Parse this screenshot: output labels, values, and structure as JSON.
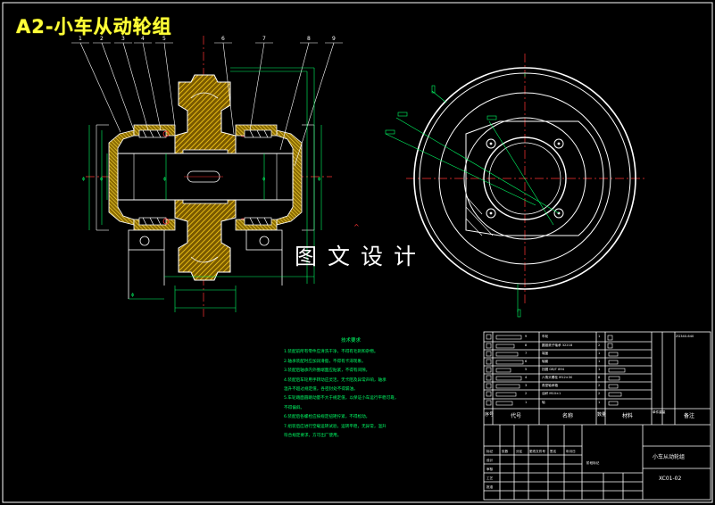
{
  "drawing": {
    "title": "A2-小车从动轮组",
    "watermark": "图文设计"
  },
  "part_callouts": [
    "1",
    "2",
    "3",
    "4",
    "5",
    "6",
    "7",
    "8",
    "9"
  ],
  "technical_requirements": {
    "heading": "技术要求",
    "lines": [
      "1.装配前所有零件应清洗干净，不得有毛刺和杂物。",
      "2.轴承装配时应加润滑脂，不得有卡滞现象。",
      "3.装配后轴承内外圈端面应贴紧，不得有间隙。",
      "4.装配后车轮用手转动应灵活，无卡阻及异常声响，轴承",
      "  温升不超过规定值，各密封处不得漏油。",
      "5.车轮踏面圆跳动量不大于规定值，以保证小车运行平稳可靠，",
      "  不得偏斜。",
      "6.装配后各螺栓应按规定扭矩拧紧，不得松动。",
      "7.组装后应进行空载运转试验，运转平稳，无异常，温升",
      "  符合规定要求，方可出厂使用。"
    ]
  },
  "title_block": {
    "header": {
      "seq": "序号",
      "code": "代号",
      "name": "名称",
      "qty": "数量",
      "material": "材料",
      "weight": "单件重量",
      "note": "备注"
    },
    "parts_rows": [
      {
        "seq": "9",
        "code": "",
        "name": "车轮",
        "qty": "1",
        "material": "",
        "note": "ZG340-640"
      },
      {
        "seq": "8",
        "code": "",
        "name": "圆锥滚子轴承 32218",
        "qty": "2",
        "material": "",
        "note": ""
      },
      {
        "seq": "7",
        "code": "",
        "name": "端盖",
        "qty": "1",
        "material": "",
        "note": ""
      },
      {
        "seq": "6",
        "code": "",
        "name": "轴套",
        "qty": "1",
        "material": "",
        "note": ""
      },
      {
        "seq": "5",
        "code": "",
        "name": "挡圈 GB/T 894",
        "qty": "1",
        "material": "",
        "note": ""
      },
      {
        "seq": "4",
        "code": "",
        "name": "六角头螺栓 M12×30",
        "qty": "8",
        "material": "",
        "note": ""
      },
      {
        "seq": "3",
        "code": "",
        "name": "角型轴承箱",
        "qty": "2",
        "material": "",
        "note": ""
      },
      {
        "seq": "2",
        "code": "",
        "name": "油杯 M10×1",
        "qty": "2",
        "material": "",
        "note": ""
      },
      {
        "seq": "1",
        "code": "",
        "name": "轴",
        "qty": "1",
        "material": "",
        "note": ""
      }
    ],
    "drawing_name": "小车从动轮组",
    "drawing_number": "XC01-02",
    "sign_labels": [
      "标记",
      "处数",
      "分区",
      "更改文件号",
      "签名",
      "年月日"
    ],
    "role_labels": [
      "设计",
      "审核",
      "工艺",
      "批准"
    ],
    "stage_label": "阶段标记"
  },
  "colors": {
    "background": "#000000",
    "outline": "#ffffff",
    "hatch": "#ffd21a",
    "dimension": "#00ff66",
    "centerline": "#ff3333",
    "accent": "#ffff3a"
  }
}
